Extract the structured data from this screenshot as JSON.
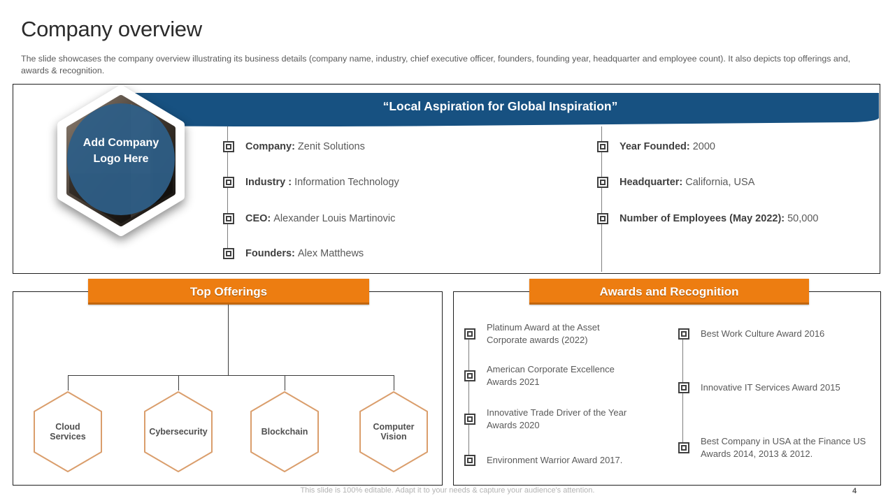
{
  "header": {
    "title": "Company overview",
    "description": "The slide showcases the company overview illustrating its business details (company name, industry, chief executive officer, founders, founding year, headquarter and employee count). It also depicts top offerings and, awards & recognition."
  },
  "banner": {
    "quote": "“Local Aspiration for Global Inspiration”"
  },
  "logo": {
    "text": "Add Company Logo Here"
  },
  "details": {
    "left": [
      {
        "label": "Company:",
        "value": "Zenit Solutions"
      },
      {
        "label": "Industry :",
        "value": "Information Technology"
      },
      {
        "label": "CEO:",
        "value": "Alexander Louis Martinovic"
      },
      {
        "label": "Founders:",
        "value": "Alex Matthews"
      }
    ],
    "right": [
      {
        "label": "Year Founded:",
        "value": "2000"
      },
      {
        "label": "Headquarter:",
        "value": "California, USA"
      },
      {
        "label": "Number of Employees (May 2022):",
        "value": "50,000"
      }
    ]
  },
  "offerings": {
    "title": "Top Offerings",
    "items": [
      "Cloud Services",
      "Cybersecurity",
      "Blockchain",
      "Computer Vision"
    ]
  },
  "awards": {
    "title": "Awards and Recognition",
    "left": [
      "Platinum Award at the Asset Corporate awards (2022)",
      "American Corporate Excellence Awards 2021",
      "Innovative Trade Driver of the Year Awards 2020",
      "Environment Warrior Award 2017."
    ],
    "right": [
      "Best Work Culture Award 2016",
      "Innovative IT Services Award 2015",
      "Best Company in USA at the Finance US Awards 2014, 2013 & 2012."
    ]
  },
  "footer": {
    "note": "This slide is 100% editable. Adapt it to your needs & capture your audience's attention.",
    "page_number": "4"
  },
  "icons": {
    "bullet": "square-in-square",
    "shape": "hexagon"
  },
  "colors": {
    "accent_blue": "#175181",
    "accent_orange": "#ED7D11",
    "box_border": "#1F1F1F"
  }
}
